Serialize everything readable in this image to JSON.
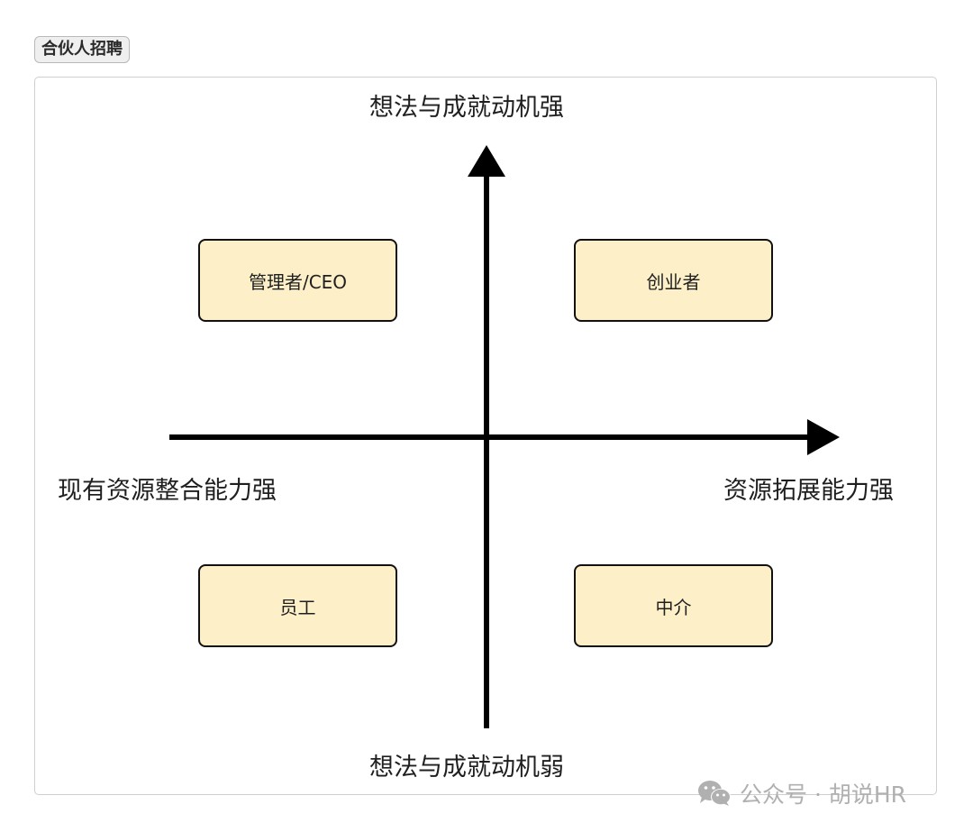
{
  "tag": {
    "label": "合伙人招聘"
  },
  "axes": {
    "top": "想法与成就动机强",
    "bottom": "想法与成就动机弱",
    "left": "现有资源整合能力强",
    "right": "资源拓展能力强"
  },
  "quadrants": {
    "top_left": "管理者/CEO",
    "top_right": "创业者",
    "bottom_left": "员工",
    "bottom_right": "中介"
  },
  "watermark": {
    "icon": "wechat-icon",
    "text": "公众号 · 胡说HR"
  },
  "colors": {
    "box_fill": "#fdf0c8",
    "box_border": "#111111",
    "axis": "#000000",
    "watermark": "#b0b0b0"
  }
}
